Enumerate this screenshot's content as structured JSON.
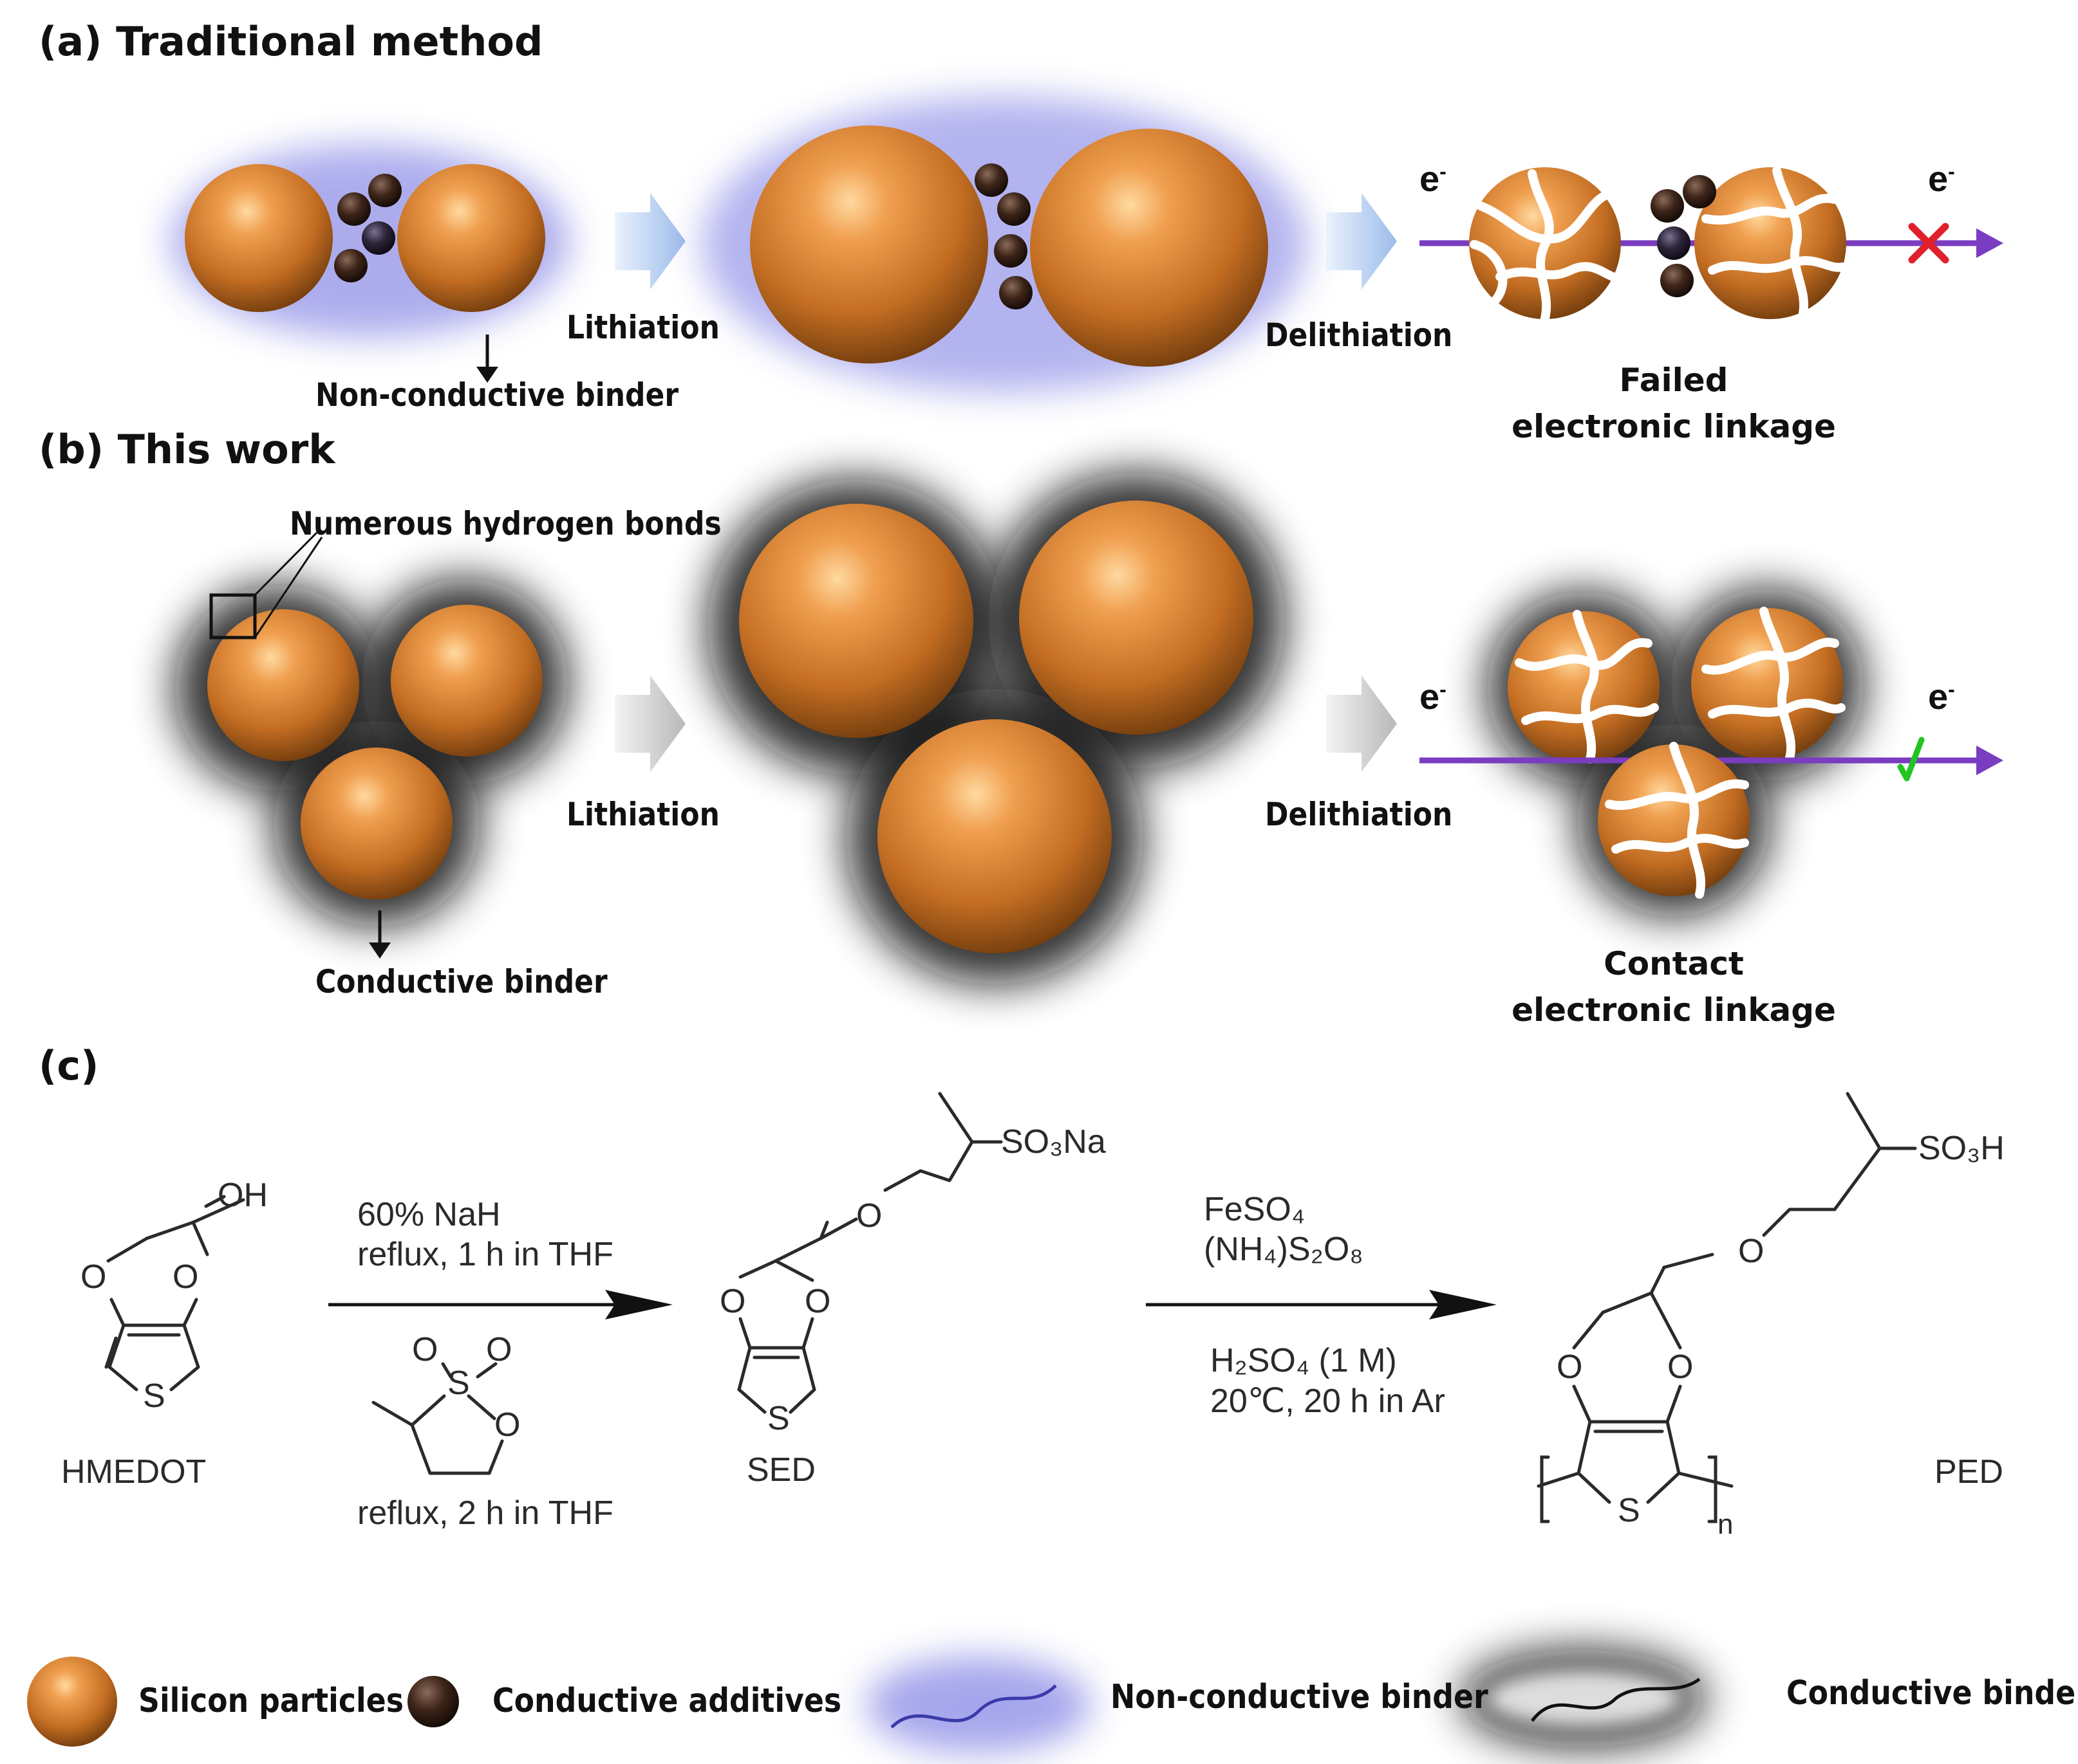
{
  "panel_a": {
    "title": "(a) Traditional method",
    "lithiation": "Lithiation",
    "delithiation": "Delithiation",
    "binder_label": "Non-conductive binder",
    "electron": "e",
    "result_line1": "Failed",
    "result_line2": "electronic linkage"
  },
  "panel_b": {
    "title": "(b) This work",
    "hbond_label": "Numerous hydrogen bonds",
    "lithiation": "Lithiation",
    "delithiation": "Delithiation",
    "binder_label": "Conductive binder",
    "electron": "e",
    "result_line1": "Contact",
    "result_line2": "electronic linkage"
  },
  "panel_c": {
    "title": "(c)",
    "hmedot_name": "HMEDOT",
    "hmedot_oh": "OH",
    "step1_line1": "60% NaH",
    "step1_line2": "reflux, 1 h in THF",
    "step1_line3": "reflux, 2 h in THF",
    "sed_name": "SED",
    "sed_group": "SO₃Na",
    "step2_line1": "FeSO₄",
    "step2_line2": "(NH₄)S₂O₈",
    "step2_line3": "H₂SO₄ (1 M)",
    "step2_line4": "20℃,  20 h in Ar",
    "ped_name": "PED",
    "ped_group": "SO₃H",
    "atom_o": "O",
    "atom_s": "S",
    "subscript_n": "n"
  },
  "legend": {
    "silicon": "Silicon particles",
    "additives": "Conductive additives",
    "nonconductive": "Non-conductive binder",
    "conductive": "Conductive binder"
  },
  "colors": {
    "silicon": "#c8772a",
    "additive": "#3a2418",
    "nonconductive_glow": "#6b6be0",
    "conductive_glow": "#1a1a1a",
    "circuit": "#7a3cc0",
    "fail_mark": "#e0202a",
    "ok_mark": "#22c422",
    "arrow_a": "#a9c6f0",
    "arrow_b": "#c4c4c4"
  }
}
